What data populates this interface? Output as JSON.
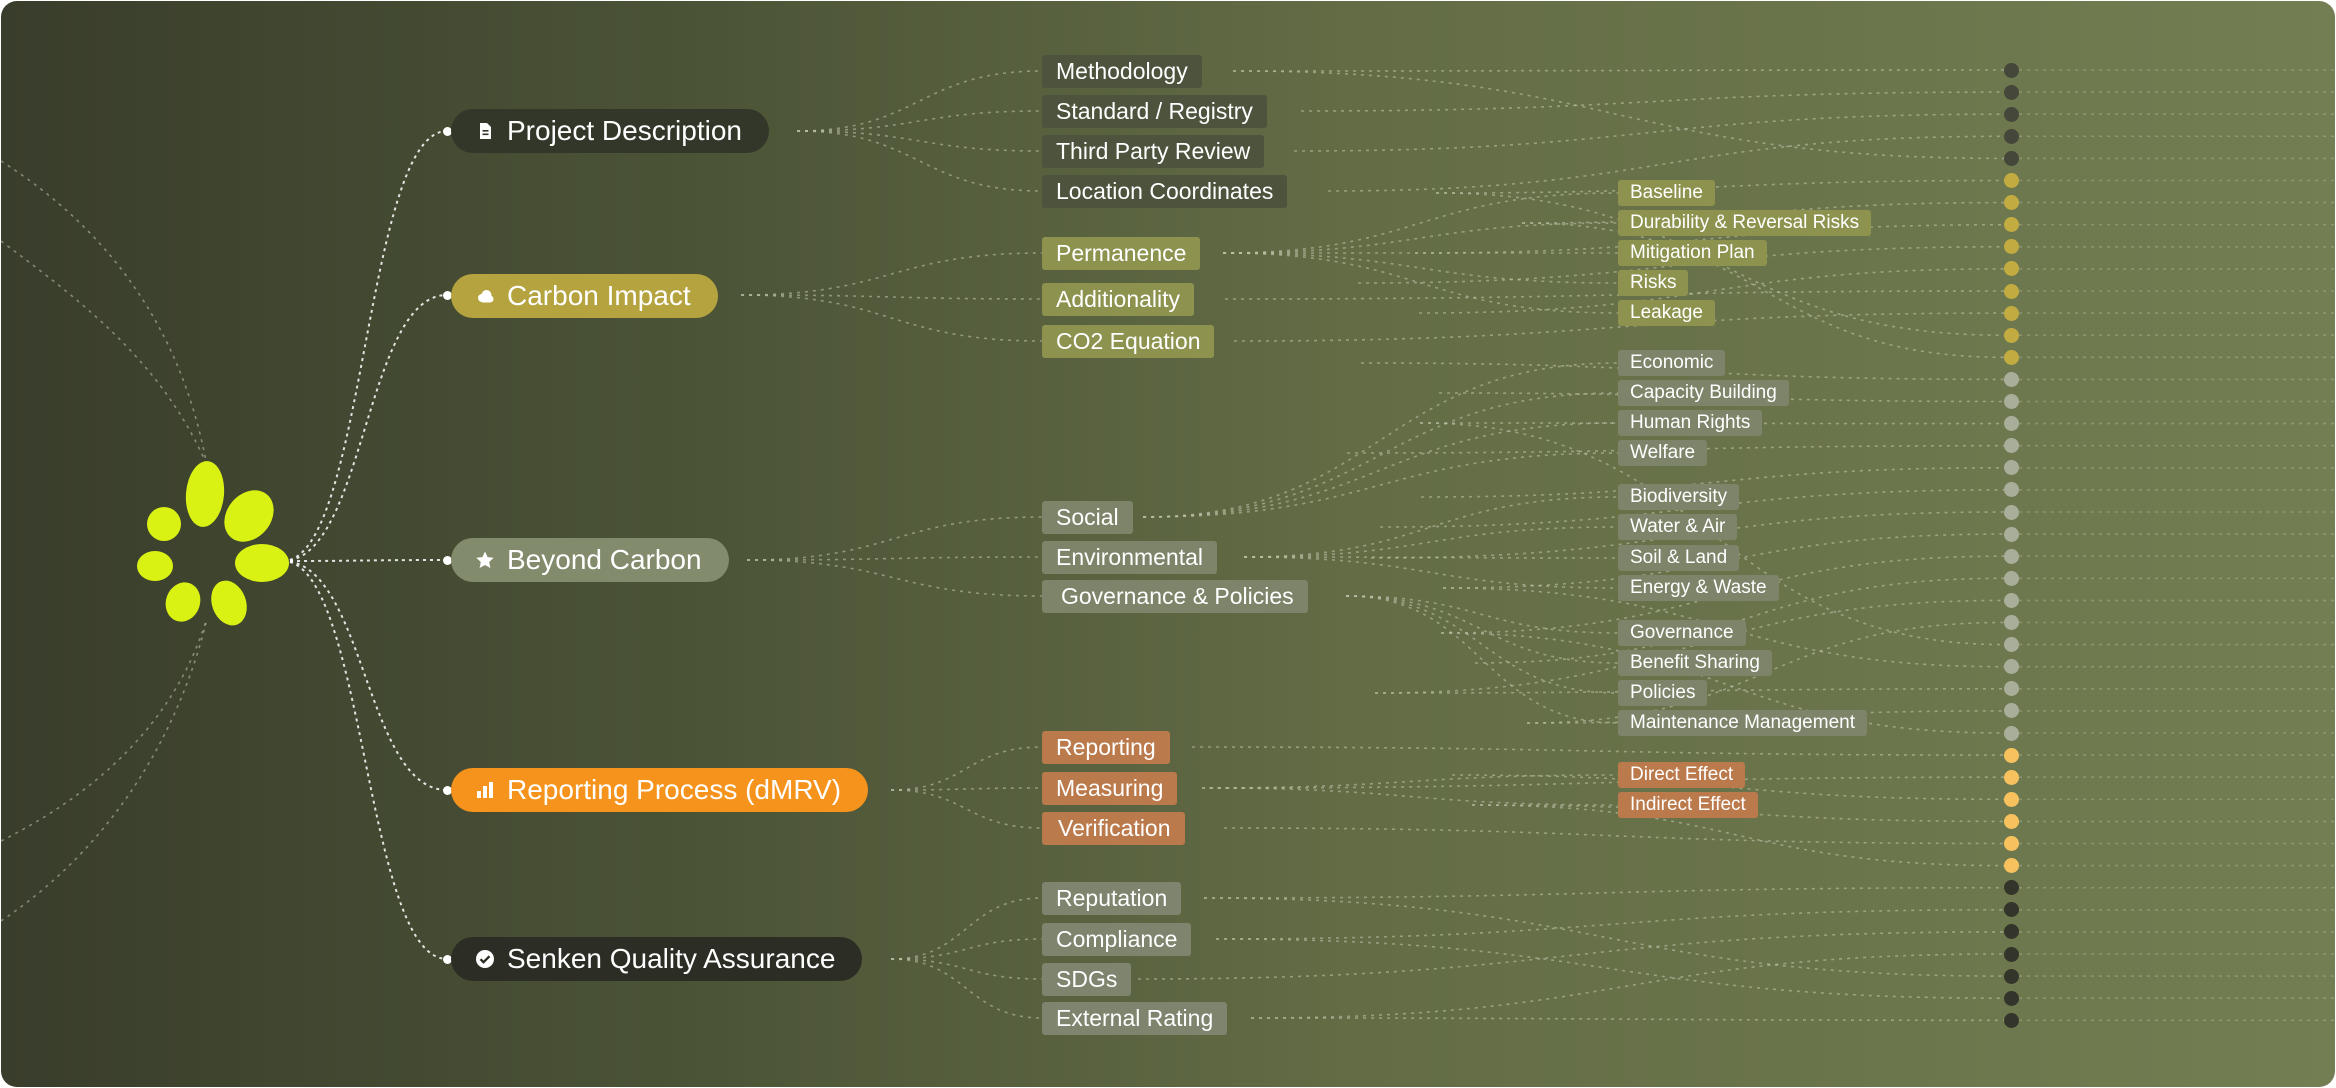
{
  "categories": [
    {
      "id": "project",
      "label": "Project Description",
      "icon": "document-icon",
      "color": "#33372a",
      "children": [
        "Methodology",
        "Standard / Registry",
        "Third Party Review",
        "Location Coordinates"
      ]
    },
    {
      "id": "carbon",
      "label": "Carbon Impact",
      "icon": "cloud-icon",
      "color": "#b4a33f",
      "children": [
        "Permanence",
        "Additionality",
        "CO2 Equation"
      ]
    },
    {
      "id": "beyond",
      "label": "Beyond Carbon",
      "icon": "star-icon",
      "color": "#838b6d",
      "children": [
        "Social",
        "Environmental",
        "Governance & Policies"
      ]
    },
    {
      "id": "reporting",
      "label": "Reporting Process (dMRV)",
      "icon": "bar-chart-icon",
      "color": "#f5931d",
      "children": [
        "Reporting",
        "Measuring",
        "Verification"
      ]
    },
    {
      "id": "quality",
      "label": "Senken Quality Assurance",
      "icon": "check-circle-icon",
      "color": "#2c2e25",
      "children": [
        "Reputation",
        "Compliance",
        "SDGs",
        "External Rating"
      ]
    }
  ],
  "leaves": {
    "permanence": [
      "Baseline",
      "Durability & Reversal Risks",
      "Mitigation Plan",
      "Risks",
      "Leakage"
    ],
    "social": [
      "Economic",
      "Capacity Building",
      "Human Rights",
      "Welfare"
    ],
    "environmental": [
      "Biodiversity",
      "Water & Air",
      "Soil & Land",
      "Energy & Waste"
    ],
    "governance": [
      "Governance",
      "Benefit Sharing",
      "Policies",
      "Maintenance Management"
    ],
    "measuring": [
      "Direct Effect",
      "Indirect Effect"
    ]
  },
  "colors": {
    "project_sub": "#4d533d",
    "carbon_sub": "#8d934f",
    "beyond_sub": "#7d8469",
    "reporting_sub": "#bb7a4b",
    "quality_sub": "#7e846e",
    "brand_logo": "#d9f213",
    "end_dark": "#44473a",
    "end_gold": "#c2ab41",
    "end_gray": "#a9ae9a",
    "end_orange": "#f7c25d",
    "end_black": "#33352b"
  }
}
